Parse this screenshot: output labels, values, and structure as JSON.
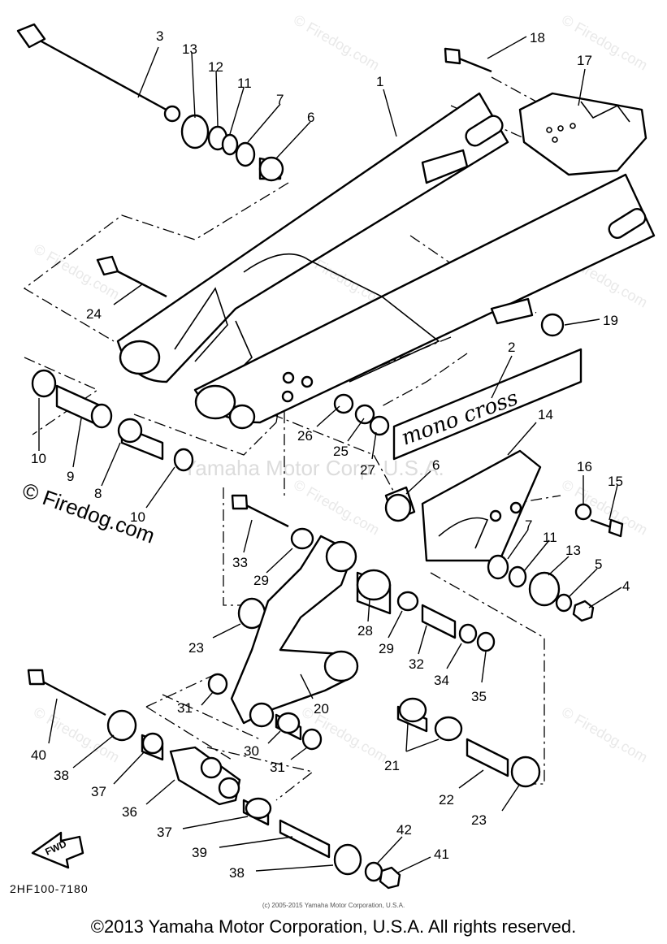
{
  "diagram": {
    "code": "2HF100-7180",
    "fwd_label": "FWD",
    "logo_text": "mono cross",
    "side_credit": "© Firedog.com",
    "watermark_text": "© Firedog.com",
    "center_watermark": "Yamaha Motor Corp. U.S.A.",
    "small_copyright": "(c) 2005-2015 Yamaha Motor Corporation, U.S.A.",
    "main_copyright": "©2013 Yamaha Motor Corporation, U.S.A. All rights reserved."
  },
  "callouts": [
    {
      "id": "c3",
      "text": "3"
    },
    {
      "id": "c13a",
      "text": "13"
    },
    {
      "id": "c12",
      "text": "12"
    },
    {
      "id": "c11a",
      "text": "11"
    },
    {
      "id": "c7a",
      "text": "7"
    },
    {
      "id": "c6a",
      "text": "6"
    },
    {
      "id": "c1",
      "text": "1"
    },
    {
      "id": "c18",
      "text": "18"
    },
    {
      "id": "c17",
      "text": "17"
    },
    {
      "id": "c24",
      "text": "24"
    },
    {
      "id": "c19",
      "text": "19"
    },
    {
      "id": "c2",
      "text": "2"
    },
    {
      "id": "c10a",
      "text": "10"
    },
    {
      "id": "c9",
      "text": "9"
    },
    {
      "id": "c8",
      "text": "8"
    },
    {
      "id": "c10b",
      "text": "10"
    },
    {
      "id": "c26",
      "text": "26"
    },
    {
      "id": "c25",
      "text": "25"
    },
    {
      "id": "c27",
      "text": "27"
    },
    {
      "id": "c14",
      "text": "14"
    },
    {
      "id": "c6b",
      "text": "6"
    },
    {
      "id": "c16",
      "text": "16"
    },
    {
      "id": "c15",
      "text": "15"
    },
    {
      "id": "c33",
      "text": "33"
    },
    {
      "id": "c29a",
      "text": "29"
    },
    {
      "id": "c7b",
      "text": "7"
    },
    {
      "id": "c11b",
      "text": "11"
    },
    {
      "id": "c13b",
      "text": "13"
    },
    {
      "id": "c5",
      "text": "5"
    },
    {
      "id": "c4",
      "text": "4"
    },
    {
      "id": "c23a",
      "text": "23"
    },
    {
      "id": "c28",
      "text": "28"
    },
    {
      "id": "c29b",
      "text": "29"
    },
    {
      "id": "c32",
      "text": "32"
    },
    {
      "id": "c34",
      "text": "34"
    },
    {
      "id": "c35",
      "text": "35"
    },
    {
      "id": "c31a",
      "text": "31"
    },
    {
      "id": "c20",
      "text": "20"
    },
    {
      "id": "c40",
      "text": "40"
    },
    {
      "id": "c38a",
      "text": "38"
    },
    {
      "id": "c37a",
      "text": "37"
    },
    {
      "id": "c30",
      "text": "30"
    },
    {
      "id": "c31b",
      "text": "31"
    },
    {
      "id": "c21",
      "text": "21"
    },
    {
      "id": "c36",
      "text": "36"
    },
    {
      "id": "c22",
      "text": "22"
    },
    {
      "id": "c23b",
      "text": "23"
    },
    {
      "id": "c37b",
      "text": "37"
    },
    {
      "id": "c39",
      "text": "39"
    },
    {
      "id": "c42",
      "text": "42"
    },
    {
      "id": "c41",
      "text": "41"
    },
    {
      "id": "c38b",
      "text": "38"
    }
  ]
}
